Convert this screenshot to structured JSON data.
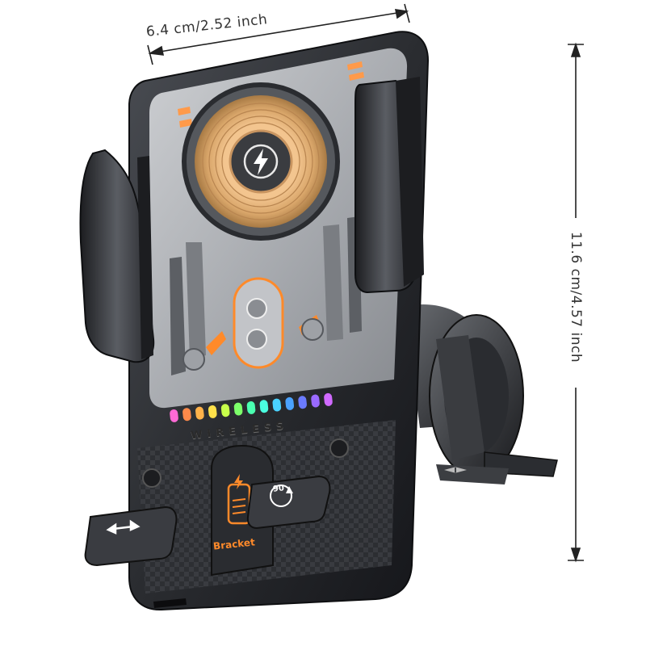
{
  "dimensions": {
    "width_label": "6.4 cm/2.52 inch",
    "height_label": "11.6 cm/4.57 inch"
  },
  "product": {
    "wireless_label": "WIRELESS",
    "bracket_label": "Bracket",
    "rotation_badge": "90"
  },
  "icons": [
    "lightning-icon",
    "arrows-left-right-icon",
    "rotate-90-icon",
    "battery-lightning-icon"
  ],
  "colors": {
    "background": "#ffffff",
    "body": "#2b2d31",
    "coil": "#d9a66a",
    "accent_orange": "#ff8a2a",
    "panel": "#b9bcc0",
    "led_strip": [
      "#ff6ad5",
      "#ff9a4a",
      "#ffe14a",
      "#9bff5a",
      "#4affc8",
      "#4ad2ff",
      "#6a8bff",
      "#b36aff"
    ]
  }
}
